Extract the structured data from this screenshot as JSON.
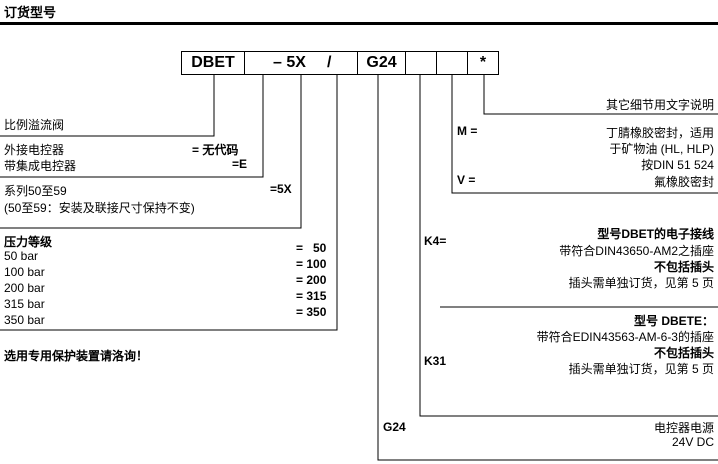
{
  "heading": "订货型号",
  "code": {
    "c1": "DBET",
    "c2": "– 5X",
    "c3": "/",
    "c4": "G24",
    "c5": "",
    "c6": "",
    "c7": "*"
  },
  "left": {
    "valve": "比例溢流阀",
    "ext": "外接电控器",
    "ext_code": "= 无代码",
    "int": "带集成电控器",
    "int_code": "=E",
    "series": "系列50至59",
    "series_note": "(50至59：安装及联接尺寸保持不变)",
    "series_code": "=5X",
    "pressure_title": "压力等级",
    "pressures": [
      {
        "label": "50 bar",
        "code": "=   50"
      },
      {
        "label": "100 bar",
        "code": "= 100"
      },
      {
        "label": "200 bar",
        "code": "= 200"
      },
      {
        "label": "315 bar",
        "code": "= 315"
      },
      {
        "label": "350 bar",
        "code": "= 350"
      }
    ],
    "footnote": "选用专用保护装置请洛询！"
  },
  "right": {
    "other": "其它细节用文字说明",
    "m_code": "M =",
    "m_line1": "丁腈橡胶密封，适用",
    "m_line2": "于矿物油 (HL, HLP)",
    "m_line3": "按DIN 51 524",
    "v_code": "V =",
    "v_line1": "氟橡胶密封",
    "k4_code": "K4=",
    "k4_title": "型号DBET的电子接线",
    "k4_line1": "带符合DIN43650-AM2之插座",
    "k4_line2": "不包括插头",
    "k4_line3": "插头需单独订货，见第 5 页",
    "k31_code": "K31",
    "k31_title": "型号 DBETE：",
    "k31_line1": "带符合EDIN43563-AM-6-3的插座",
    "k31_line2": "不包括插头",
    "k31_line3": "插头需单独订货，见第 5 页",
    "g24_code": "G24",
    "g24_line1": "电控器电源",
    "g24_line2": "24V DC"
  }
}
